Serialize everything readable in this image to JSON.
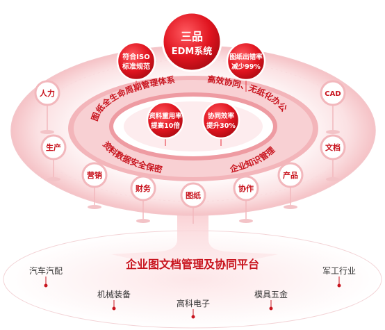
{
  "core": {
    "line1": "三品",
    "line2": "EDM系统"
  },
  "badges": [
    {
      "line1": "符合ISO",
      "line2": "标准规范"
    },
    {
      "line1": "图纸出错率",
      "line2": "减少99%"
    },
    {
      "line1": "资料重用率",
      "line2": "提高10倍"
    },
    {
      "line1": "协同效率",
      "line2": "提升30%"
    }
  ],
  "arcs": {
    "lifecycle": "图纸全生命周期管理体系",
    "collab": "高效协同、无纸化办公",
    "security": "资料数据安全保密",
    "knowledge": "企业知识管理"
  },
  "departments": {
    "hr": "人力",
    "production": "生产",
    "marketing": "营销",
    "finance": "财务",
    "drawing": "图纸",
    "cooperation": "协作",
    "product": "产品",
    "documents": "文档",
    "cad": "CAD"
  },
  "platform": "企业图文档管理及协同平台",
  "industries": {
    "auto": "汽车汽配",
    "machinery": "机械装备",
    "electronics": "高科电子",
    "mold": "模具五金",
    "military": "军工行业"
  },
  "colors": {
    "accent": "#d9141e",
    "accent_dark": "#b80d16",
    "ring": "#f7c9cc"
  }
}
